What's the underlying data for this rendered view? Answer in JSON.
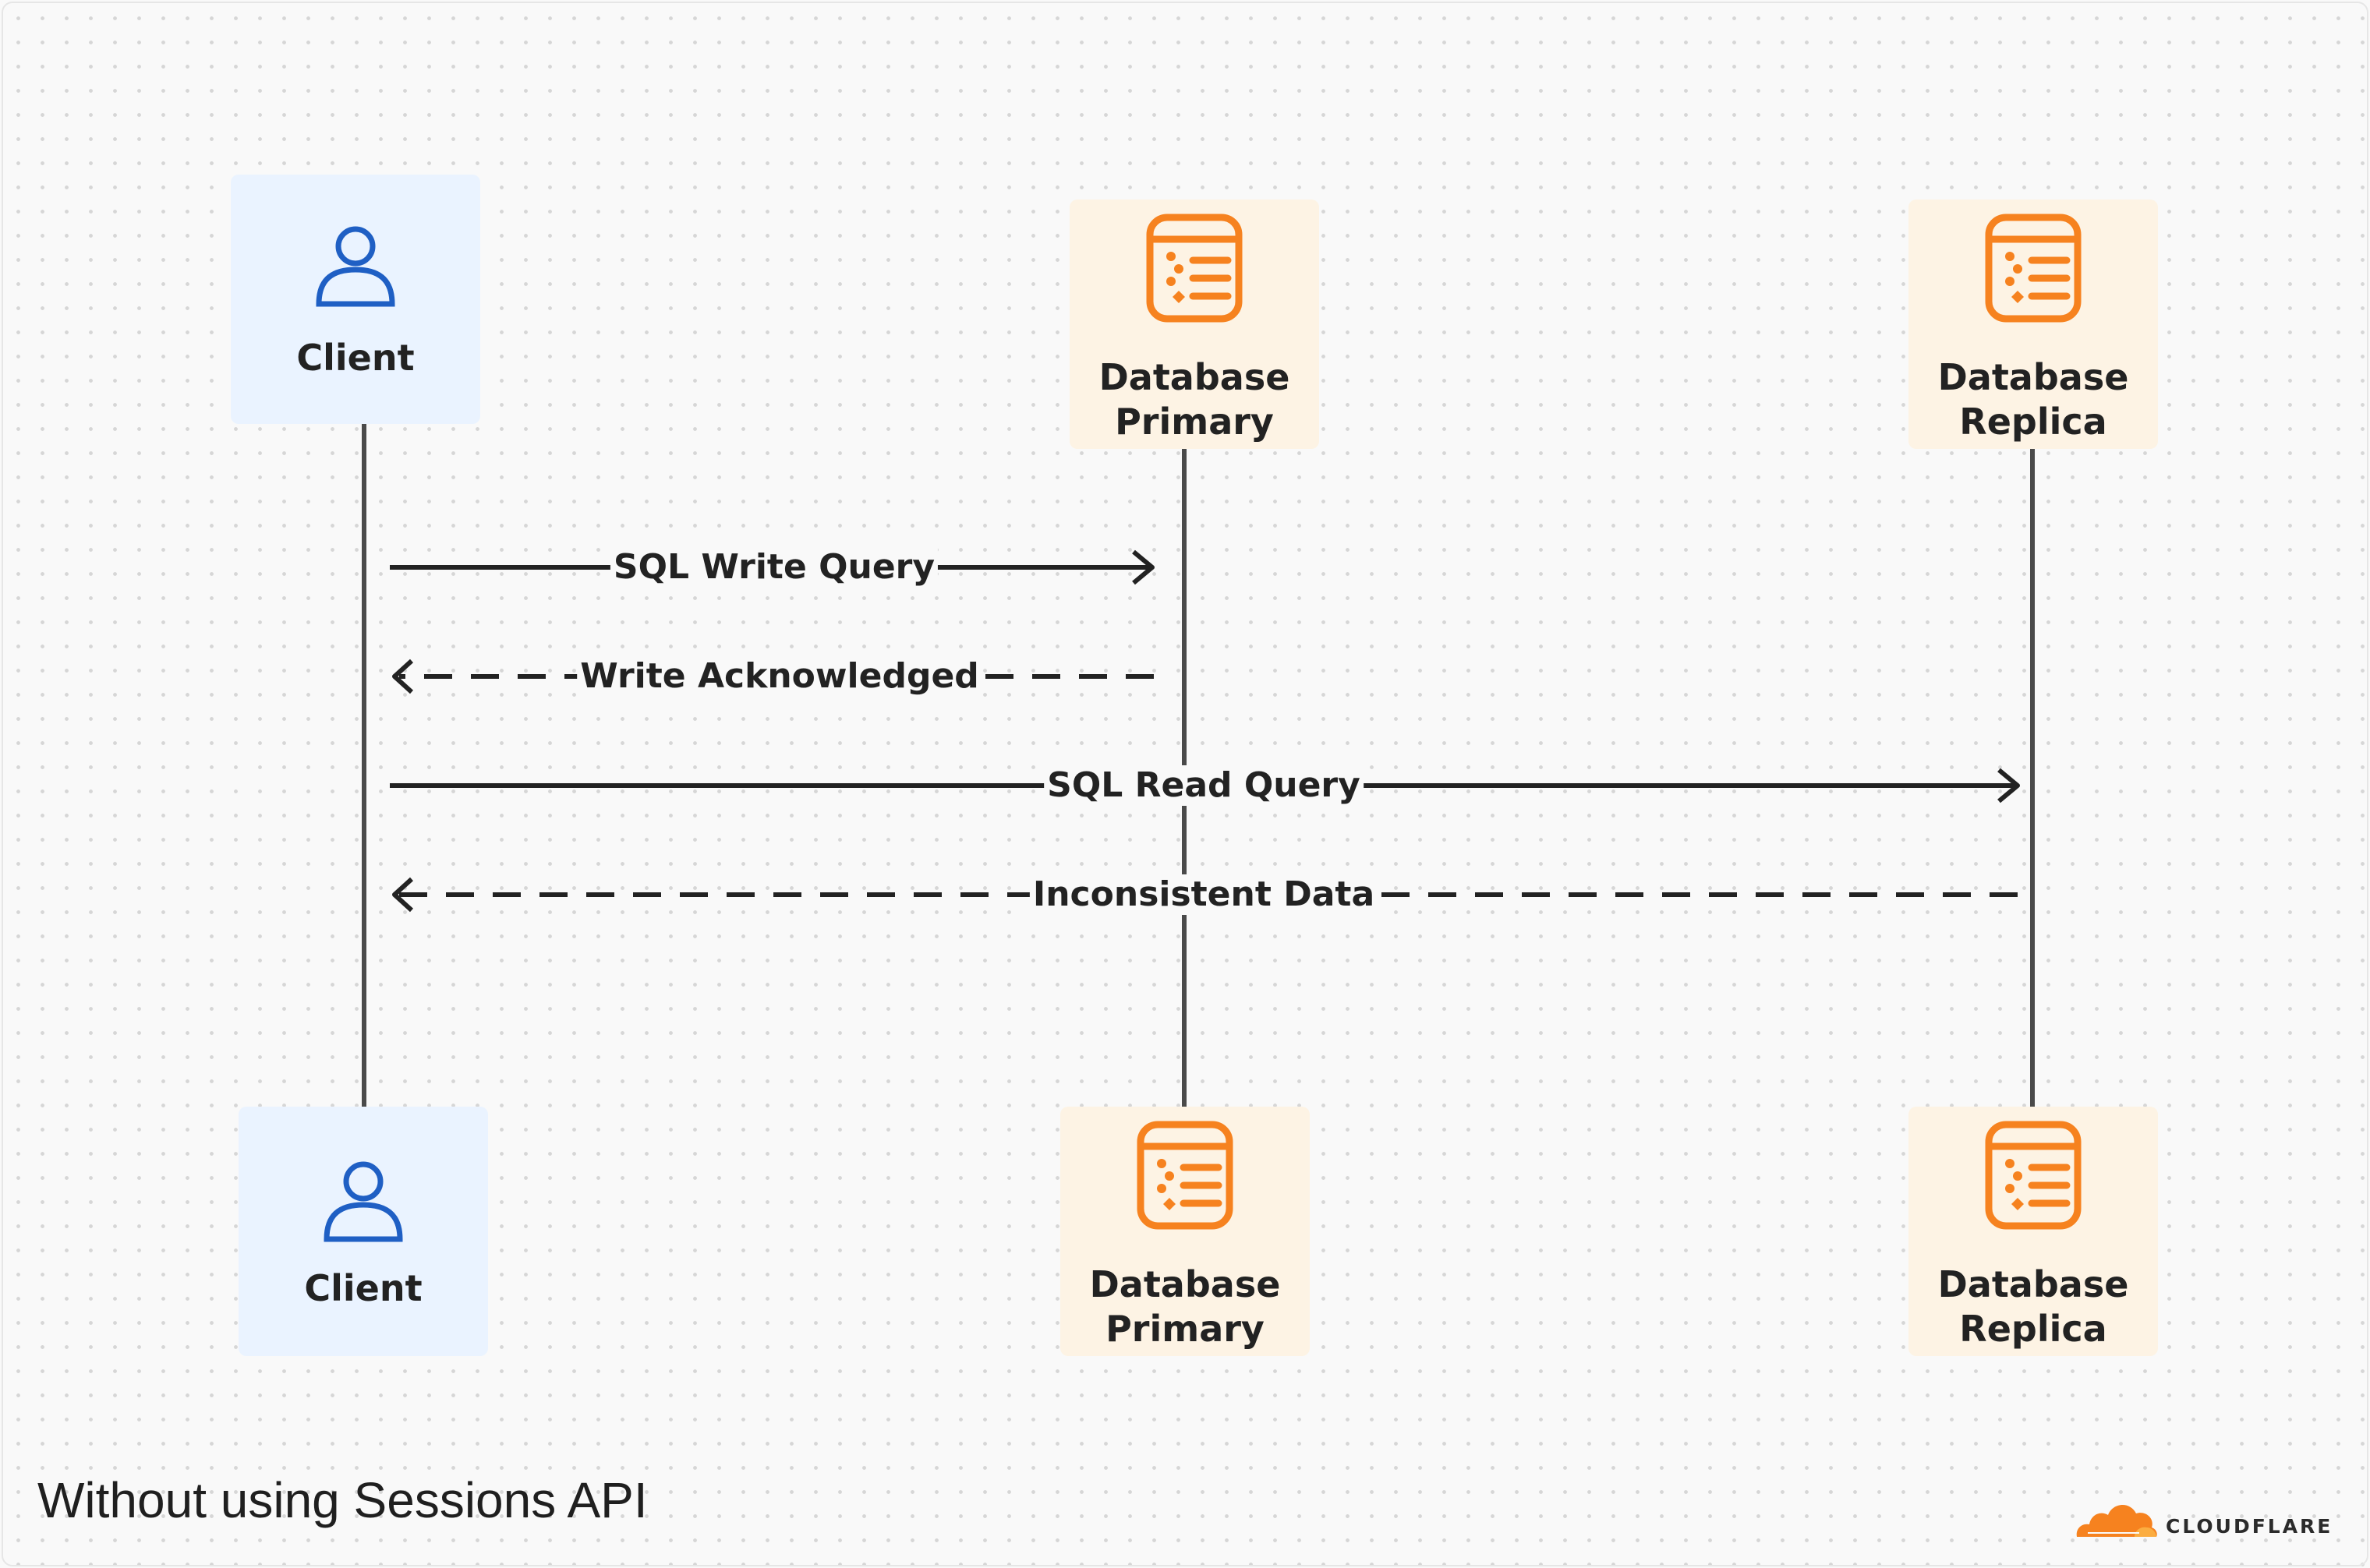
{
  "diagram": {
    "caption": "Without using Sessions API",
    "participants": {
      "client_top": {
        "label": "Client",
        "icon": "user-icon"
      },
      "primary_top": {
        "label": "Database\nPrimary",
        "icon": "database-icon"
      },
      "replica_top": {
        "label": "Database\nReplica",
        "icon": "database-icon"
      },
      "client_bottom": {
        "label": "Client",
        "icon": "user-icon"
      },
      "primary_bottom": {
        "label": "Database\nPrimary",
        "icon": "database-icon"
      },
      "replica_bottom": {
        "label": "Database\nReplica",
        "icon": "database-icon"
      }
    },
    "messages": [
      {
        "label": "SQL Write Query",
        "from": "Client",
        "to": "Database Primary",
        "style": "solid"
      },
      {
        "label": "Write Acknowledged",
        "from": "Database Primary",
        "to": "Client",
        "style": "dashed"
      },
      {
        "label": "SQL Read Query",
        "from": "Client",
        "to": "Database Replica",
        "style": "solid"
      },
      {
        "label": "Inconsistent Data",
        "from": "Database Replica",
        "to": "Client",
        "style": "dashed"
      }
    ],
    "logo": {
      "name": "cloudflare-logo",
      "text": "CLOUDFLARE"
    }
  },
  "colors": {
    "client_accent": "#1f5fc4",
    "client_box": "#eaf3ff",
    "db_accent": "#f6821f",
    "db_box": "#fdf3e4",
    "line": "#4a4a4a",
    "arrow": "#222222"
  }
}
